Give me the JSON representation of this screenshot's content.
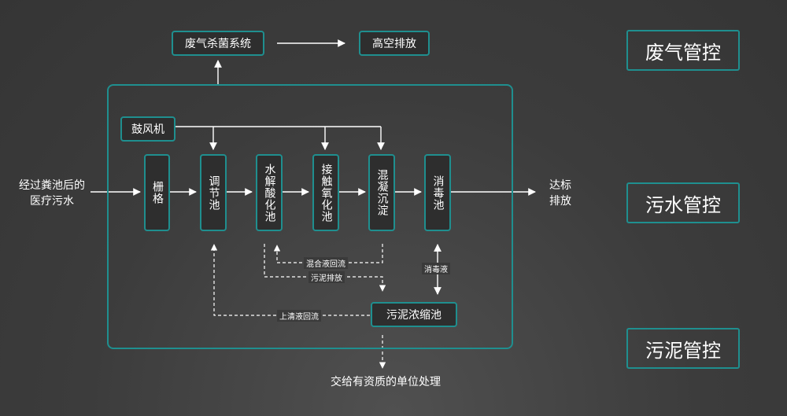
{
  "input_label": "经过粪池后的医疗污水",
  "waste_gas": {
    "sterilization": "废气杀菌系统",
    "discharge": "高空排放"
  },
  "blower": "鼓风机",
  "units": [
    "栅格",
    "调节池",
    "水解酸化池",
    "接触氧化池",
    "混凝沉淀",
    "消毒池"
  ],
  "output_label": "达标排放",
  "sludge_tank": "污泥浓缩池",
  "flows": {
    "mixed_return": "混合液回流",
    "sludge_discharge": "污泥排放",
    "disinfectant": "消毒液",
    "supernatant_return": "上清液回流"
  },
  "final_disposal": "交给有资质的单位处理",
  "categories": {
    "gas": "废气管控",
    "water": "污水管控",
    "sludge": "污泥管控"
  },
  "colors": {
    "accent": "#1f8f8f",
    "background": "#3c3c3c",
    "line": "#ffffff"
  }
}
